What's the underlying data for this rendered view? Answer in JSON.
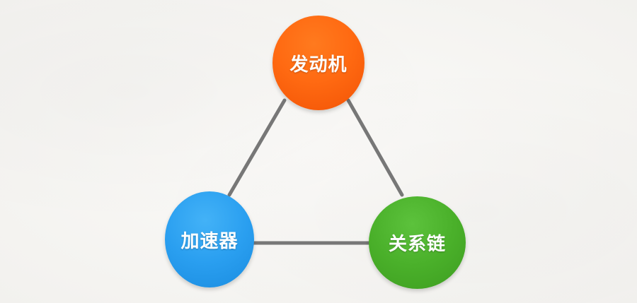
{
  "diagram": {
    "nodes": {
      "top": {
        "label": "发动机",
        "color": "#ff6a12"
      },
      "left": {
        "label": "加速器",
        "color": "#2a9ff0"
      },
      "right": {
        "label": "关系链",
        "color": "#4ab02a"
      }
    },
    "edge_color": "#777777"
  }
}
